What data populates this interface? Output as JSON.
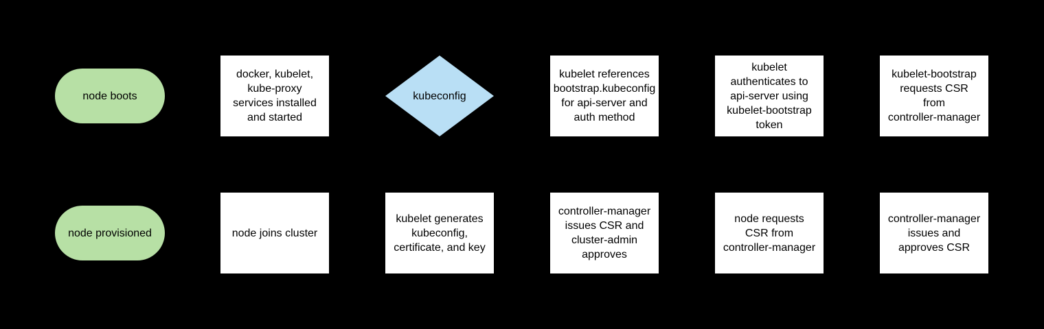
{
  "diagram": {
    "background": "#000000",
    "palette": {
      "terminator_fill": "#b7e0a5",
      "process_fill": "#ffffff",
      "decision_fill": "#b9dff5",
      "text_color": "#000000"
    },
    "nodes": [
      {
        "id": "node-boots",
        "type": "terminator",
        "label": "node boots"
      },
      {
        "id": "services-installed",
        "type": "process",
        "label": "docker, kubelet,\nkube-proxy\nservices installed\nand started"
      },
      {
        "id": "kubeconfig-decision",
        "type": "decision",
        "label": "kubeconfig"
      },
      {
        "id": "kubelet-references",
        "type": "process",
        "label": "kubelet references\nbootstrap.kubeconfig\nfor api-server and\nauth method"
      },
      {
        "id": "kubelet-authenticates",
        "type": "process",
        "label": "kubelet\nauthenticates to\napi-server using\nkubelet-bootstrap\ntoken"
      },
      {
        "id": "kubelet-bootstrap-requests",
        "type": "process",
        "label": "kubelet-bootstrap\nrequests CSR\nfrom\ncontroller-manager"
      },
      {
        "id": "node-provisioned",
        "type": "terminator",
        "label": "node provisioned"
      },
      {
        "id": "node-joins-cluster",
        "type": "process",
        "label": "node joins cluster"
      },
      {
        "id": "kubelet-generates",
        "type": "process",
        "label": "kubelet generates\nkubeconfig,\ncertificate, and key"
      },
      {
        "id": "cm-issues-csr-admin-approves",
        "type": "process",
        "label": "controller-manager\nissues CSR and\ncluster-admin\napproves"
      },
      {
        "id": "node-requests-csr",
        "type": "process",
        "label": "node requests\nCSR from\ncontroller-manager"
      },
      {
        "id": "cm-issues-and-approves-csr",
        "type": "process",
        "label": "controller-manager\nissues and\napproves CSR"
      }
    ]
  }
}
